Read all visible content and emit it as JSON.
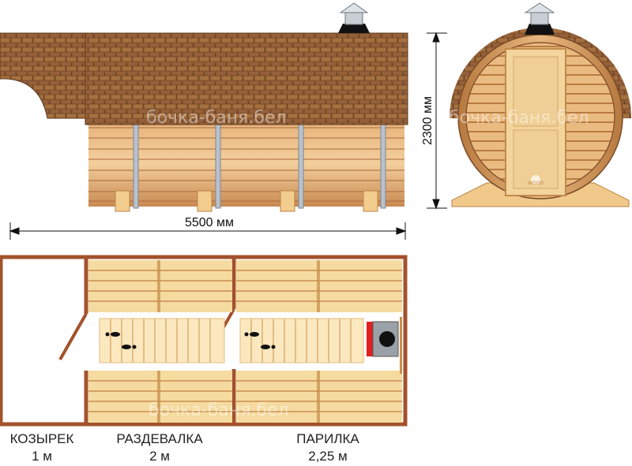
{
  "dimensions": {
    "length": "5500 мм",
    "height": "2300 мм"
  },
  "watermark": "бочка-баня.бел",
  "stove_badge": "WOOD",
  "rooms": [
    {
      "name": "КОЗЫРЕК",
      "size": "1 м"
    },
    {
      "name": "РАЗДЕВАЛКА",
      "size": "2 м"
    },
    {
      "name": "ПАРИЛКА",
      "size": "2,25 м"
    }
  ],
  "colors": {
    "wall": "#a3522c",
    "wood_light": "#f5dba0",
    "wood_dark": "#c98e4f",
    "roof": "#8d5a36",
    "stove_red": "#e02020"
  }
}
